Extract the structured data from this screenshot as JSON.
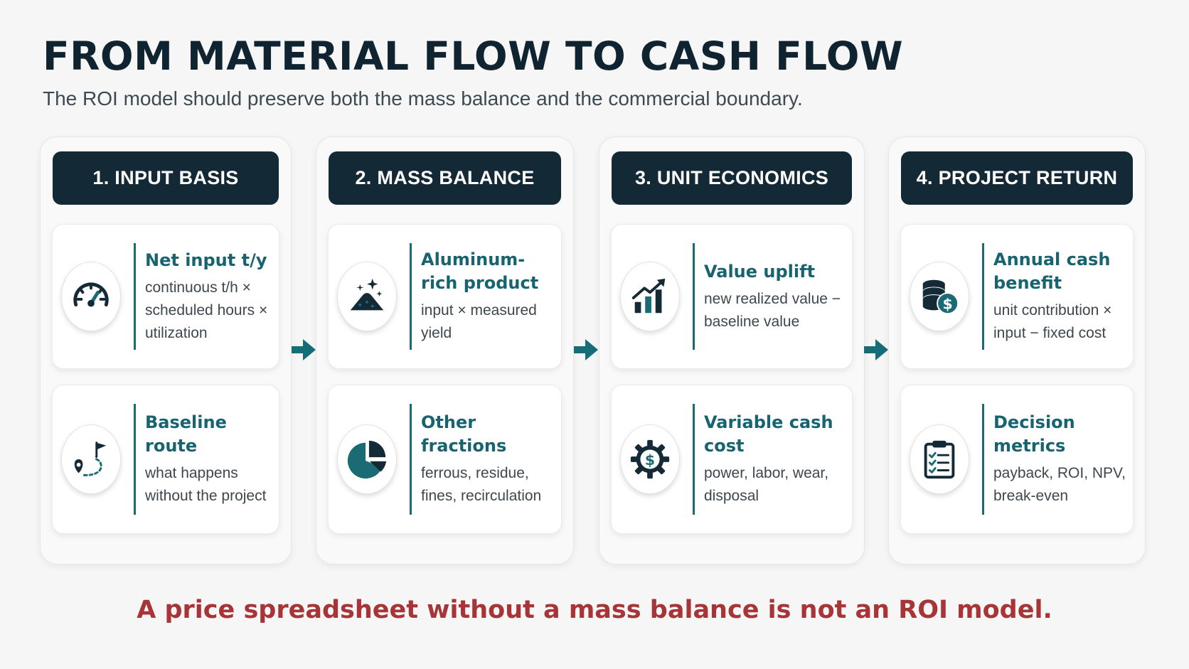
{
  "title": "FROM MATERIAL FLOW TO CASH FLOW",
  "subtitle": "The ROI model should preserve both the mass balance and the commercial boundary.",
  "colors": {
    "dark_navy": "#132a36",
    "teal": "#176470",
    "accent_red": "#a73538",
    "arrow_teal": "#146d77"
  },
  "columns": [
    {
      "header": "1. INPUT BASIS",
      "cards": [
        {
          "title": "Net input t/y",
          "desc": "continuous t/h × scheduled hours × utilization",
          "icon": "speedometer-icon"
        },
        {
          "title": "Baseline route",
          "desc": "what happens without the project",
          "icon": "route-flag-icon"
        }
      ]
    },
    {
      "header": "2. MASS BALANCE",
      "cards": [
        {
          "title": "Aluminum-rich product",
          "desc": "input × measured yield",
          "icon": "sparkle-pile-icon"
        },
        {
          "title": "Other fractions",
          "desc": "ferrous, residue, fines, recirculation",
          "icon": "pie-chart-icon"
        }
      ]
    },
    {
      "header": "3. UNIT ECONOMICS",
      "cards": [
        {
          "title": "Value uplift",
          "desc": "new realized value − baseline value",
          "icon": "growth-chart-icon"
        },
        {
          "title": "Variable cash cost",
          "desc": "power, labor, wear, disposal",
          "icon": "gear-dollar-icon"
        }
      ]
    },
    {
      "header": "4. PROJECT RETURN",
      "cards": [
        {
          "title": "Annual cash benefit",
          "desc": "unit contribution × input − fixed cost",
          "icon": "coins-dollar-icon"
        },
        {
          "title": "Decision metrics",
          "desc": "payback, ROI, NPV, break-even",
          "icon": "clipboard-checklist-icon"
        }
      ]
    }
  ],
  "footer": "A price spreadsheet without a mass balance is not an ROI model."
}
